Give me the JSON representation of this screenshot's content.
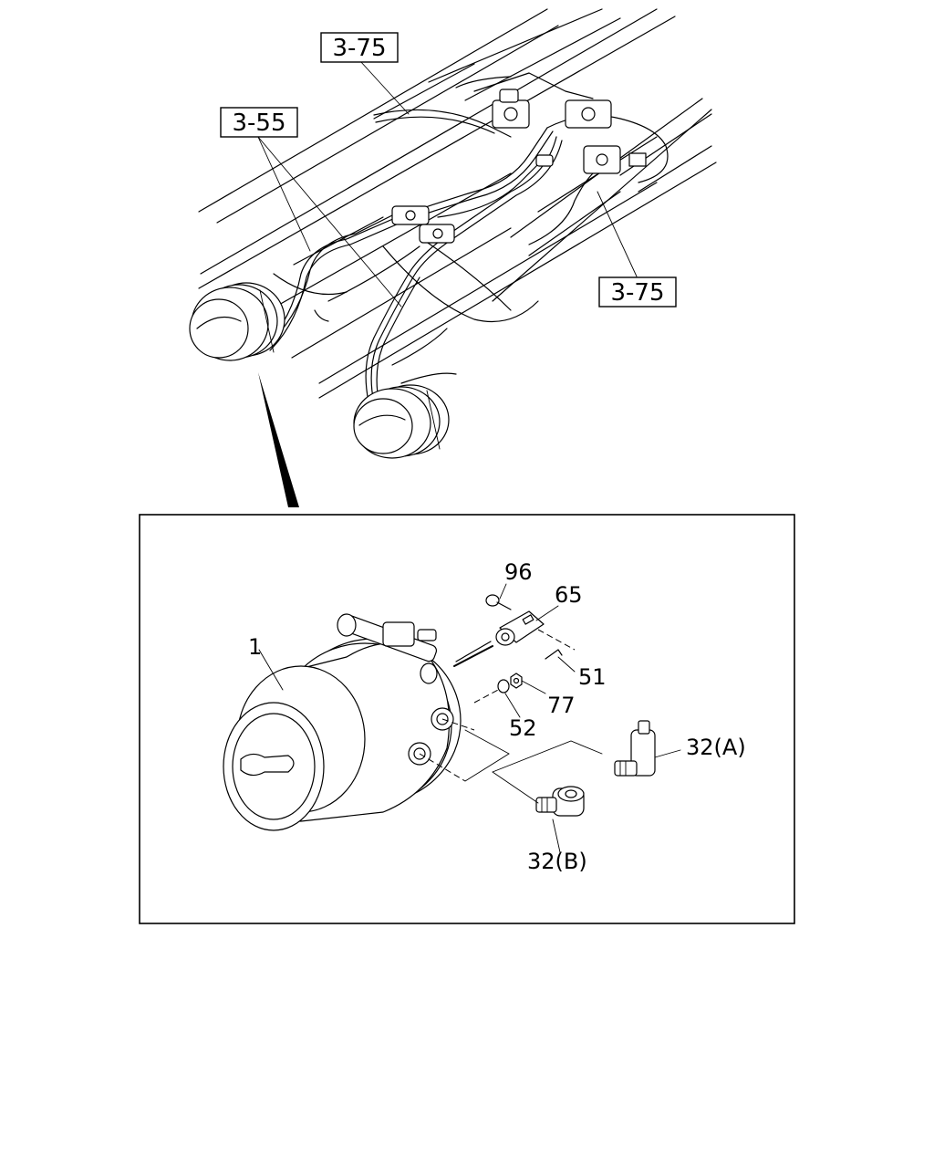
{
  "overview": {
    "references": [
      {
        "label": "3-75"
      },
      {
        "label": "3-55"
      },
      {
        "label": "3-75"
      }
    ]
  },
  "detail": {
    "callouts": [
      {
        "label": "96"
      },
      {
        "label": "65"
      },
      {
        "label": "1"
      },
      {
        "label": "51"
      },
      {
        "label": "77"
      },
      {
        "label": "52"
      },
      {
        "label": "32(A)"
      },
      {
        "label": "32(B)"
      }
    ]
  }
}
